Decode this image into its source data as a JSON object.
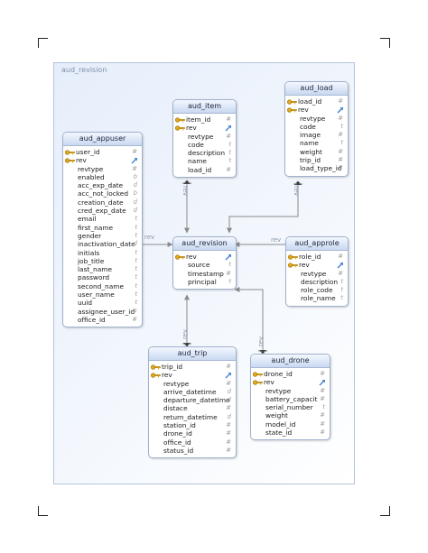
{
  "group_title": "aud_revision",
  "link_label": "rev",
  "colors": {
    "header_top": "#f4f8ff",
    "header_bottom": "#c8d8f0",
    "border": "#9fb1cc",
    "link": "#8a8a8a",
    "type_text": "#a0a0a0"
  },
  "tables": [
    {
      "id": "aud_appuser",
      "title": "aud_appuser",
      "columns": [
        {
          "name": "user_id",
          "type": "#",
          "key": true,
          "fk": false
        },
        {
          "name": "rev",
          "type": "",
          "key": true,
          "fk": true
        },
        {
          "name": "revtype",
          "type": "#",
          "key": false,
          "fk": false
        },
        {
          "name": "enabled",
          "type": "b",
          "key": false,
          "fk": false
        },
        {
          "name": "acc_exp_date",
          "type": "d",
          "key": false,
          "fk": false
        },
        {
          "name": "acc_not_locked",
          "type": "b",
          "key": false,
          "fk": false
        },
        {
          "name": "creation_date",
          "type": "d",
          "key": false,
          "fk": false
        },
        {
          "name": "cred_exp_date",
          "type": "d",
          "key": false,
          "fk": false
        },
        {
          "name": "email",
          "type": "t",
          "key": false,
          "fk": false
        },
        {
          "name": "first_name",
          "type": "t",
          "key": false,
          "fk": false
        },
        {
          "name": "gender",
          "type": "t",
          "key": false,
          "fk": false
        },
        {
          "name": "inactivation_date",
          "type": "d",
          "key": false,
          "fk": false
        },
        {
          "name": "initials",
          "type": "t",
          "key": false,
          "fk": false
        },
        {
          "name": "job_title",
          "type": "t",
          "key": false,
          "fk": false
        },
        {
          "name": "last_name",
          "type": "t",
          "key": false,
          "fk": false
        },
        {
          "name": "password",
          "type": "t",
          "key": false,
          "fk": false
        },
        {
          "name": "second_name",
          "type": "t",
          "key": false,
          "fk": false
        },
        {
          "name": "user_name",
          "type": "t",
          "key": false,
          "fk": false
        },
        {
          "name": "uuid",
          "type": "t",
          "key": false,
          "fk": false
        },
        {
          "name": "assignee_user_id",
          "type": "#",
          "key": false,
          "fk": false
        },
        {
          "name": "office_id",
          "type": "#",
          "key": false,
          "fk": false
        }
      ]
    },
    {
      "id": "aud_item",
      "title": "aud_item",
      "columns": [
        {
          "name": "item_id",
          "type": "#",
          "key": true,
          "fk": false
        },
        {
          "name": "rev",
          "type": "",
          "key": true,
          "fk": true
        },
        {
          "name": "revtype",
          "type": "#",
          "key": false,
          "fk": false
        },
        {
          "name": "code",
          "type": "t",
          "key": false,
          "fk": false
        },
        {
          "name": "description",
          "type": "t",
          "key": false,
          "fk": false
        },
        {
          "name": "name",
          "type": "t",
          "key": false,
          "fk": false
        },
        {
          "name": "load_id",
          "type": "#",
          "key": false,
          "fk": false
        }
      ]
    },
    {
      "id": "aud_load",
      "title": "aud_load",
      "columns": [
        {
          "name": "load_id",
          "type": "#",
          "key": true,
          "fk": false
        },
        {
          "name": "rev",
          "type": "",
          "key": true,
          "fk": true
        },
        {
          "name": "revtype",
          "type": "#",
          "key": false,
          "fk": false
        },
        {
          "name": "code",
          "type": "t",
          "key": false,
          "fk": false
        },
        {
          "name": "image",
          "type": "#",
          "key": false,
          "fk": false
        },
        {
          "name": "name",
          "type": "t",
          "key": false,
          "fk": false
        },
        {
          "name": "weight",
          "type": "#",
          "key": false,
          "fk": false
        },
        {
          "name": "trip_id",
          "type": "#",
          "key": false,
          "fk": false
        },
        {
          "name": "load_type_id",
          "type": "#",
          "key": false,
          "fk": false
        }
      ]
    },
    {
      "id": "aud_revision",
      "title": "aud_revision",
      "columns": [
        {
          "name": "rev",
          "type": "",
          "key": true,
          "fk": true
        },
        {
          "name": "source",
          "type": "t",
          "key": false,
          "fk": false
        },
        {
          "name": "timestamp",
          "type": "#",
          "key": false,
          "fk": false
        },
        {
          "name": "principal",
          "type": "t",
          "key": false,
          "fk": false
        }
      ]
    },
    {
      "id": "aud_approle",
      "title": "aud_approle",
      "columns": [
        {
          "name": "role_id",
          "type": "#",
          "key": true,
          "fk": false
        },
        {
          "name": "rev",
          "type": "",
          "key": true,
          "fk": true
        },
        {
          "name": "revtype",
          "type": "#",
          "key": false,
          "fk": false
        },
        {
          "name": "description",
          "type": "t",
          "key": false,
          "fk": false
        },
        {
          "name": "role_code",
          "type": "t",
          "key": false,
          "fk": false
        },
        {
          "name": "role_name",
          "type": "t",
          "key": false,
          "fk": false
        }
      ]
    },
    {
      "id": "aud_trip",
      "title": "aud_trip",
      "columns": [
        {
          "name": "trip_id",
          "type": "#",
          "key": true,
          "fk": false
        },
        {
          "name": "rev",
          "type": "",
          "key": true,
          "fk": true
        },
        {
          "name": "revtype",
          "type": "#",
          "key": false,
          "fk": false
        },
        {
          "name": "arrive_datetime",
          "type": "d",
          "key": false,
          "fk": false
        },
        {
          "name": "departure_datetime",
          "type": "d",
          "key": false,
          "fk": false
        },
        {
          "name": "distace",
          "type": "#",
          "key": false,
          "fk": false
        },
        {
          "name": "return_datetime",
          "type": "d",
          "key": false,
          "fk": false
        },
        {
          "name": "station_id",
          "type": "#",
          "key": false,
          "fk": false
        },
        {
          "name": "drone_id",
          "type": "#",
          "key": false,
          "fk": false
        },
        {
          "name": "office_id",
          "type": "#",
          "key": false,
          "fk": false
        },
        {
          "name": "status_id",
          "type": "#",
          "key": false,
          "fk": false
        }
      ]
    },
    {
      "id": "aud_drone",
      "title": "aud_drone",
      "columns": [
        {
          "name": "drone_id",
          "type": "#",
          "key": true,
          "fk": false
        },
        {
          "name": "rev",
          "type": "",
          "key": true,
          "fk": true
        },
        {
          "name": "revtype",
          "type": "#",
          "key": false,
          "fk": false
        },
        {
          "name": "battery_capacit",
          "type": "#",
          "key": false,
          "fk": false
        },
        {
          "name": "serial_number",
          "type": "t",
          "key": false,
          "fk": false
        },
        {
          "name": "weight",
          "type": "#",
          "key": false,
          "fk": false
        },
        {
          "name": "model_id",
          "type": "#",
          "key": false,
          "fk": false
        },
        {
          "name": "state_id",
          "type": "#",
          "key": false,
          "fk": false
        }
      ]
    }
  ]
}
